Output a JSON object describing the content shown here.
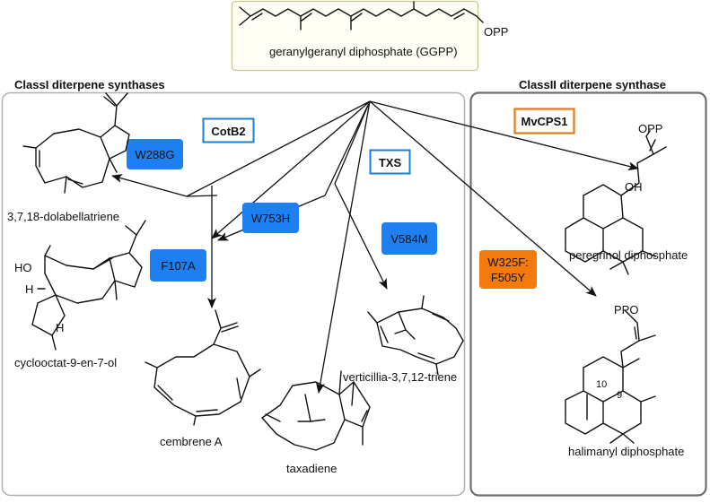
{
  "start_material": {
    "caption": "geranylgeranyl diphosphate (GGPP)",
    "group": "OPP"
  },
  "class_i": {
    "title": "ClassI diterpene synthases",
    "enzymes": {
      "cotb2": "CotB2",
      "txs": "TXS"
    },
    "mutations": {
      "w288g": "W288G",
      "w753h": "W753H",
      "f107a": "F107A",
      "v584m": "V584M"
    },
    "products": {
      "dolabellatriene": "3,7,18-dolabellatriene",
      "cyclooctat": "cyclooctat-9-en-7-ol",
      "cembrene": "cembrene A",
      "taxadiene": "taxadiene",
      "verticillia": "verticillia-3,7,12-triene"
    },
    "atoms": {
      "ho": "HO",
      "h1": "H",
      "h2": "H"
    }
  },
  "class_ii": {
    "title": "ClassII diterpene synthase",
    "enzyme": "MvCPS1",
    "mutation_line1": "W325F:",
    "mutation_line2": "F505Y",
    "products": {
      "peregrinol": "peregrinol diphosphate",
      "halimanyl": "halimanyl diphosphate"
    },
    "atoms": {
      "opp": "OPP",
      "oh": "OH",
      "ppo": "PPO",
      "c10": "10",
      "c9": "9"
    }
  },
  "colors": {
    "blue_mutation": "#1e7ff0",
    "orange_mutation": "#f47a0c",
    "enzyme_blue_border": "#1a7fd6",
    "enzyme_orange_border": "#e07b10",
    "ggpp_border": "#c9c98a",
    "class_ii_border": "#6e6e6e",
    "class_i_border": "#b0b0b0"
  }
}
